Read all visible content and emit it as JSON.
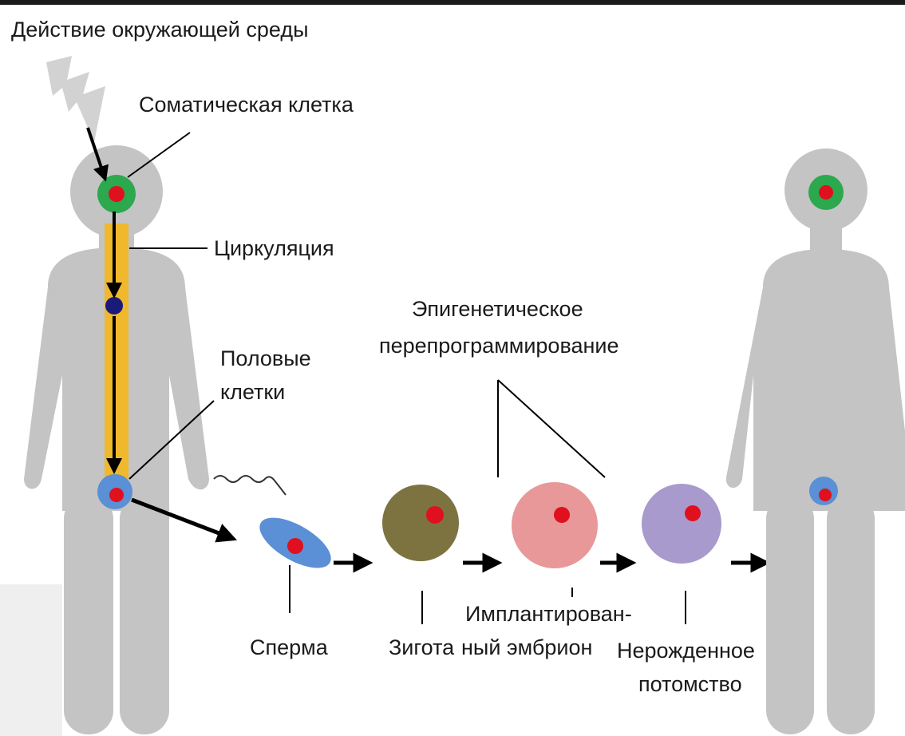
{
  "title": "Действие окружающей среды",
  "labels": {
    "somatic_cell": "Соматическая клетка",
    "circulation": "Циркуляция",
    "germ_cells_line1": "Половые",
    "germ_cells_line2": "клетки",
    "epigenetic_line1": "Эпигенетическое",
    "epigenetic_line2": "перепрограммирование",
    "sperm": "Сперма",
    "zygote": "Зигота",
    "implanted_line1": "Имплантирован-",
    "implanted_line2": "ный эмбрион",
    "unborn_line1": "Нерожденное",
    "unborn_line2": "потомство"
  },
  "colors": {
    "body": "#c4c4c4",
    "somatic_ring": "#2ca84e",
    "nucleus": "#e0101e",
    "circulation_channel": "#f0b82c",
    "circulating_factor": "#1a1a7a",
    "germ_cell": "#5b8fd6",
    "sperm": "#5b8fd6",
    "zygote": "#7d7340",
    "embryo": "#e89898",
    "fetus": "#a89acc",
    "arrow": "#000000"
  }
}
